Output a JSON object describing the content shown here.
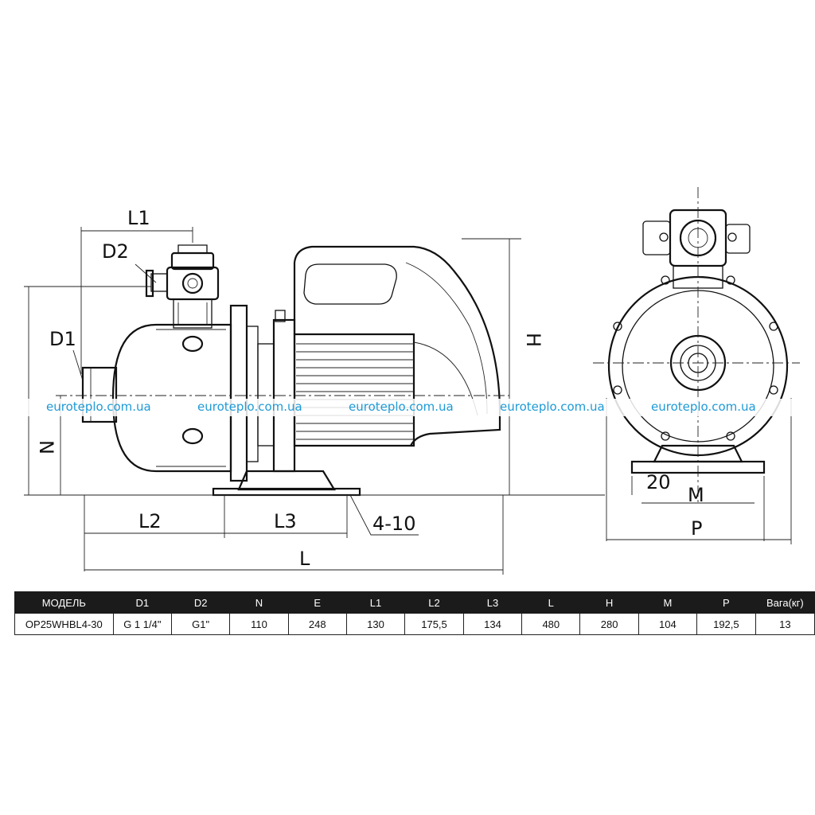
{
  "dimensions": {
    "l1": "L1",
    "d2": "D2",
    "d1": "D1",
    "n": "N",
    "h": "H",
    "l2": "L2",
    "l3": "L3",
    "bolt": "4-10",
    "l": "L",
    "m": "M",
    "p": "P",
    "base_w": "20"
  },
  "watermark": "euroteplo.com.ua",
  "table": {
    "headers": [
      "МОДЕЛЬ",
      "D1",
      "D2",
      "N",
      "E",
      "L1",
      "L2",
      "L3",
      "L",
      "H",
      "M",
      "P",
      "Вага(кг)"
    ],
    "rows": [
      [
        "OP25WHBL4-30",
        "G 1 1/4\"",
        "G1\"",
        "110",
        "248",
        "130",
        "175,5",
        "134",
        "480",
        "280",
        "104",
        "192,5",
        "13"
      ]
    ]
  },
  "colors": {
    "watermark": "#1e9ad6",
    "header_bg": "#1b1b1b"
  }
}
